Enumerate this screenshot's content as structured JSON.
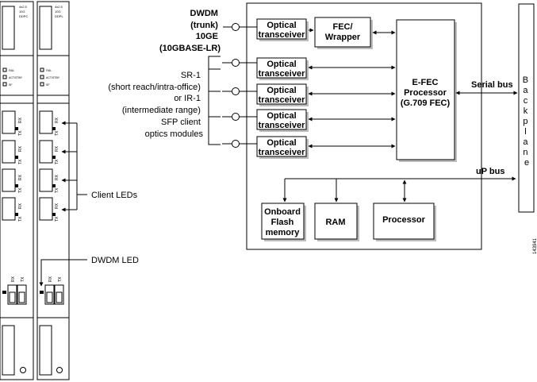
{
  "cards": [
    {
      "id": "card-1",
      "top_label_lines": [
        "4x2.5",
        "10G",
        "DDPC"
      ]
    },
    {
      "id": "card-2",
      "top_label_lines": [
        "4x2.5",
        "10G",
        "DDPL"
      ]
    }
  ],
  "card_status_leds": [
    "FAIL",
    "ACT/STBY",
    "SF"
  ],
  "port_labels": {
    "rx": "RX",
    "tx": "TX"
  },
  "callouts": {
    "client_leds": "Client LEDs",
    "dwdm_led": "DWDM LED"
  },
  "block": {
    "dwdm_trunk_lines": [
      "DWDM",
      "(trunk)",
      "10GE",
      "(10GBASE-LR)"
    ],
    "sr_lines": [
      "SR-1",
      "(short reach/intra-office)",
      "or IR-1",
      "(intermediate range)",
      "SFP client",
      "optics modules"
    ],
    "optical_transceiver_lines": [
      "Optical",
      "transceiver"
    ],
    "fec_wrapper_lines": [
      "FEC/",
      "Wrapper"
    ],
    "efec_lines": [
      "E-FEC",
      "Processor",
      "(G.709 FEC)"
    ],
    "serial_bus": "Serial bus",
    "up_bus": "uP bus",
    "flash_lines": [
      "Onboard",
      "Flash",
      "memory"
    ],
    "ram": "RAM",
    "processor": "Processor",
    "backplane_letters": [
      "B",
      "a",
      "c",
      "k",
      "p",
      "l",
      "a",
      "n",
      "e"
    ],
    "figure_id": "143941"
  }
}
